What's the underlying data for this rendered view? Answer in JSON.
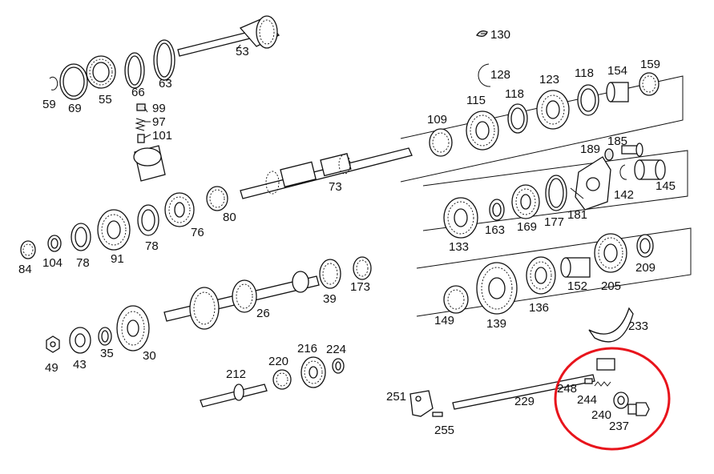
{
  "highlight_color": "#e8141c",
  "labels": {
    "l130": "130",
    "l53": "53",
    "l128": "128",
    "l59": "59",
    "l69": "69",
    "l55": "55",
    "l66": "66",
    "l63": "63",
    "l123": "123",
    "l118a": "118",
    "l154": "154",
    "l159": "159",
    "l115": "115",
    "l118b": "118",
    "l99": "99",
    "l97": "97",
    "l101": "101",
    "l109": "109",
    "l189": "189",
    "l185": "185",
    "l73": "73",
    "l142": "142",
    "l145": "145",
    "l80": "80",
    "l181": "181",
    "l177": "177",
    "l169": "169",
    "l163": "163",
    "l133": "133",
    "l76": "76",
    "l84": "84",
    "l104": "104",
    "l78a": "78",
    "l91": "91",
    "l78b": "78",
    "l173": "173",
    "l209": "209",
    "l39": "39",
    "l205": "205",
    "l152": "152",
    "l136": "136",
    "l26": "26",
    "l139": "139",
    "l149": "149",
    "l233": "233",
    "l49": "49",
    "l43": "43",
    "l35": "35",
    "l30": "30",
    "l216": "216",
    "l224": "224",
    "l220": "220",
    "l212": "212",
    "l248": "248",
    "l244": "244",
    "l251": "251",
    "l229": "229",
    "l240": "240",
    "l237": "237",
    "l255": "255"
  }
}
